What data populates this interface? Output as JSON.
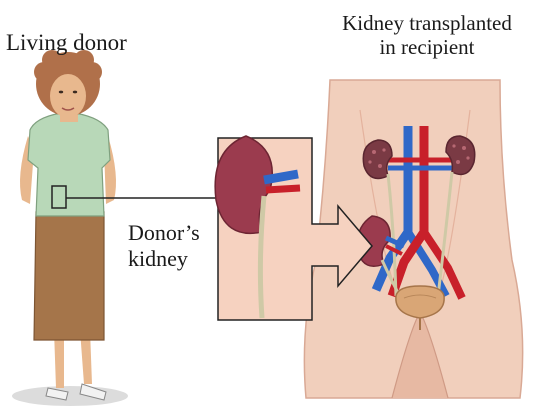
{
  "labels": {
    "donor": "Living donor",
    "recipient_line1": "Kidney transplanted",
    "recipient_line2": "in recipient",
    "kidney_line1": "Donor’s",
    "kidney_line2": "kidney"
  },
  "colors": {
    "skin": "#e8b88e",
    "shirt": "#b8d8b8",
    "skirt": "#a5754a",
    "hair": "#b0704a",
    "kidney": "#9b3b4e",
    "artery": "#c8202a",
    "vein": "#2f68c8",
    "ureter": "#cfc9a6",
    "inset_bg": "#f6d2c0",
    "arrow_fill": "#f4c8b4",
    "torso": "#f1cfbc"
  }
}
